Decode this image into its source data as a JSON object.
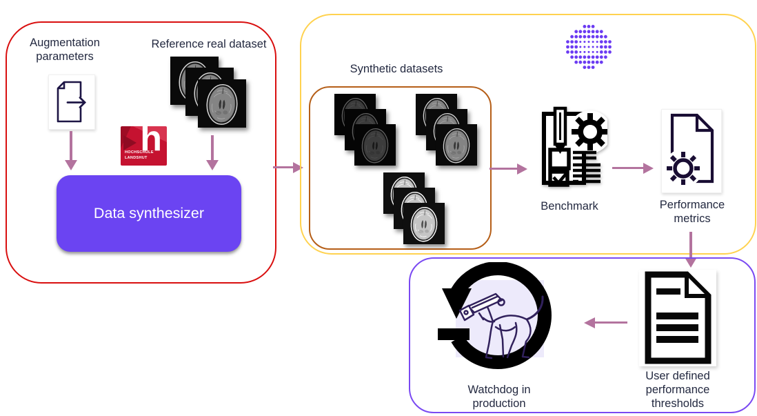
{
  "diagram": {
    "left_panel": {
      "augmentation_label": "Augmentation parameters",
      "reference_label": "Reference real dataset",
      "synthesizer_label": "Data synthesizer",
      "logo": {
        "letter": "h",
        "caption_line1": "HOCHSCHULE",
        "caption_line2": "LANDSHUT"
      }
    },
    "evaluation_panel": {
      "synthetic_label": "Synthetic datasets",
      "benchmark_label": "Benchmark",
      "performance_label": "Performance metrics"
    },
    "production_panel": {
      "watchdog_label": "Watchdog in production",
      "thresholds_label": "User defined performance thresholds"
    }
  },
  "stacks": {
    "reference": {
      "tone": "medium"
    },
    "synthetic": [
      {
        "tone": "dark"
      },
      {
        "tone": "medium"
      },
      {
        "tone": "light"
      }
    ]
  },
  "colors": {
    "red_border": "#d90f0f",
    "yellow_border": "#ffd24f",
    "orange_border": "#b55e17",
    "purple_border": "#7a49f2",
    "synthesizer_fill": "#6b44f2",
    "arrow": "#b3739e",
    "label_text": "#232940",
    "dots": "#6b3bf2",
    "logo_red": "#c51230"
  },
  "icons": {
    "augmentation": "document-export-icon",
    "reference": "brain-mri-stack",
    "branding": [
      "hochschule-landshut-logo",
      "dot-circle-logo"
    ],
    "benchmark": "checklist-gear-icon",
    "performance": "document-gear-icon",
    "watchdog": "dog-camera-loop-icon",
    "thresholds": "document-lines-icon"
  }
}
